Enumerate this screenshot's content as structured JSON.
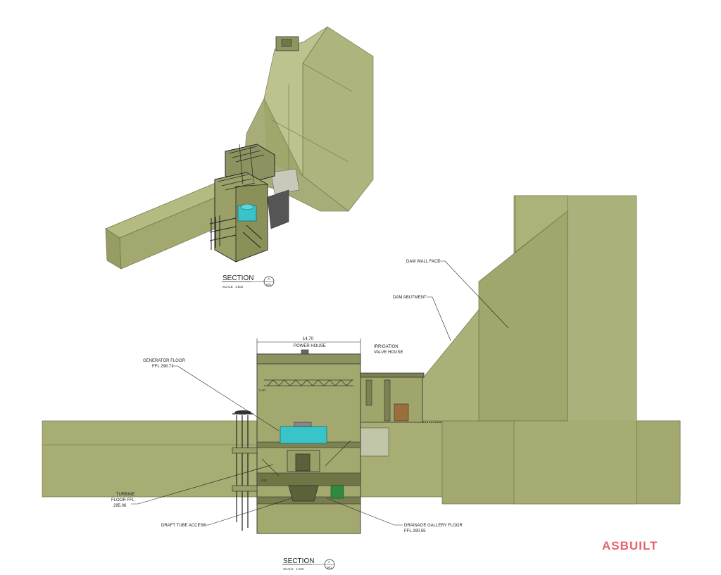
{
  "top_section": {
    "title": "SECTION",
    "scale_label": "SCALE",
    "scale_value": "1:500",
    "marker_top": "A",
    "marker_bottom": "001"
  },
  "bottom_section": {
    "title": "SECTION",
    "scale_label": "SCALE",
    "scale_value": "1:150",
    "marker_top": "A",
    "marker_bottom": "001"
  },
  "labels": {
    "power_house": "POWER HOUSE",
    "width_dim": "14.70",
    "irrigation_1": "IRRIGATION",
    "irrigation_2": "VALVE HOUSE",
    "dam_wall_face": "DAM WALL FACE",
    "dam_abutment": "DAM ABUTMENT",
    "generator_floor_1": "GENERATOR FLOOR",
    "generator_floor_2": "FFL 298.71",
    "turbine_1": "TURBINE",
    "turbine_2": "FLOOR FFL",
    "turbine_3": "295.06",
    "draft_tube": "DRAFT TUBE ACCESS",
    "drainage_1": "DRAINAGE GALLERY FLOOR",
    "drainage_2": "FFL 290.55",
    "dim_upper": "5.30",
    "dim_lower": "1.83"
  },
  "stamp": "ASBUILT",
  "colors": {
    "mass_fill": "#a7ad73",
    "mass_dark": "#8f9560",
    "mass_stroke": "#6e7445",
    "equipment": "#38c4c8",
    "steel": "#3a3a3a",
    "stamp": "#e8606e"
  }
}
